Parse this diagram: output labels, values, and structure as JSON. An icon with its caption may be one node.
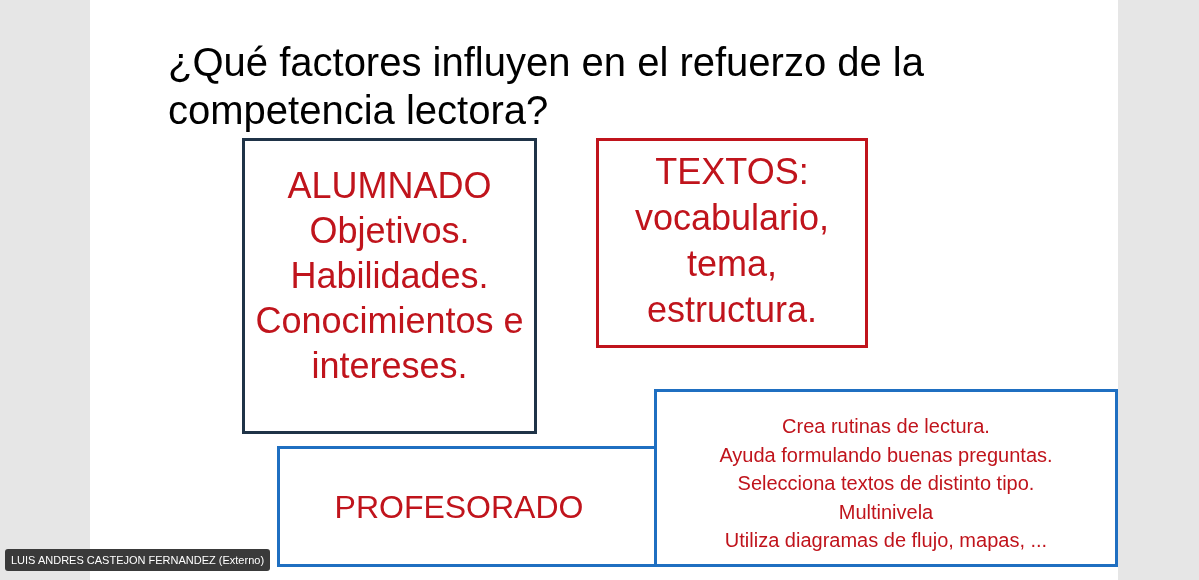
{
  "diagram": {
    "title": "¿Qué factores influyen en el refuerzo de la competencia lectora?",
    "nodes": [
      {
        "text": [
          "ALUMNADO",
          "Objetivos.",
          "Habilidades.",
          "Conocimientos e intereses."
        ]
      },
      {
        "text": [
          "TEXTOS:",
          "vocabulario, tema, estructura."
        ]
      },
      {
        "text": [
          "PROFESORADO"
        ]
      },
      {
        "text": [
          "Crea rutinas de lectura.",
          "Ayuda formulando buenas preguntas.",
          "Selecciona textos de distinto tipo.",
          "Multinivela",
          "Utiliza diagramas de flujo, mapas, ..."
        ]
      }
    ],
    "edges": [],
    "labels": [
      "LUIS ANDRES CASTEJON FERNANDEZ (Externo)"
    ]
  }
}
